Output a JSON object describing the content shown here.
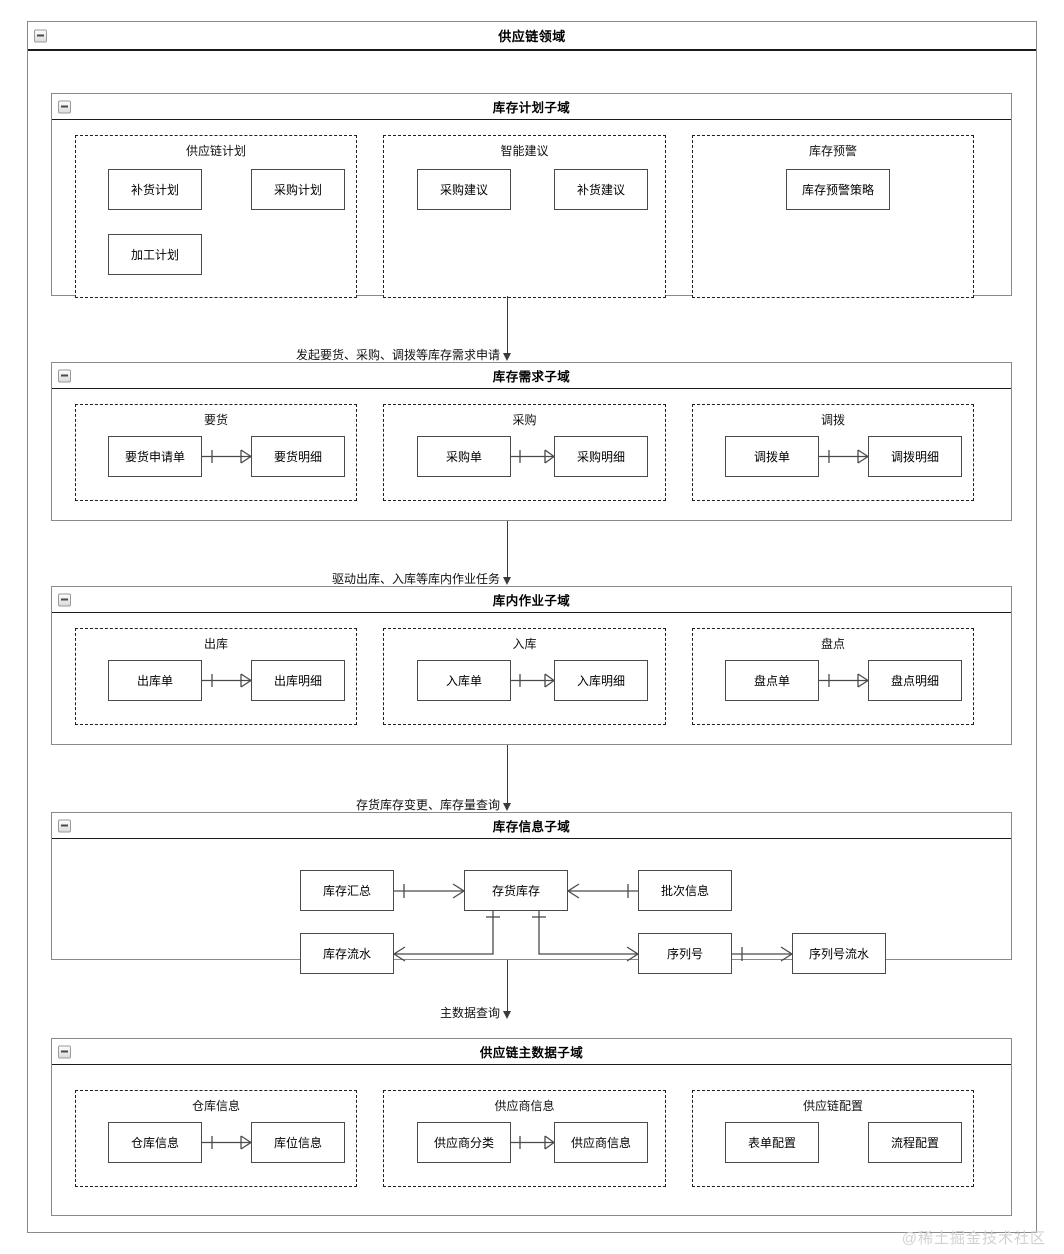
{
  "domain": {
    "title": "供应链领域",
    "collapse_icon": "minus-square-icon"
  },
  "subdomains": [
    {
      "id": "inventory-plan",
      "title": "库存计划子域",
      "groups": [
        {
          "title": "供应链计划",
          "entities": [
            "补货计划",
            "采购计划",
            "加工计划"
          ]
        },
        {
          "title": "智能建议",
          "entities": [
            "采购建议",
            "补货建议"
          ]
        },
        {
          "title": "库存预警",
          "entities": [
            "库存预警策略"
          ]
        }
      ]
    },
    {
      "id": "inventory-demand",
      "title": "库存需求子域",
      "groups": [
        {
          "title": "要货",
          "entities": [
            "要货申请单",
            "要货明细"
          ]
        },
        {
          "title": "采购",
          "entities": [
            "采购单",
            "采购明细"
          ]
        },
        {
          "title": "调拨",
          "entities": [
            "调拨单",
            "调拨明细"
          ]
        }
      ]
    },
    {
      "id": "warehouse-ops",
      "title": "库内作业子域",
      "groups": [
        {
          "title": "出库",
          "entities": [
            "出库单",
            "出库明细"
          ]
        },
        {
          "title": "入库",
          "entities": [
            "入库单",
            "入库明细"
          ]
        },
        {
          "title": "盘点",
          "entities": [
            "盘点单",
            "盘点明细"
          ]
        }
      ]
    },
    {
      "id": "inventory-info",
      "title": "库存信息子域",
      "entities": [
        "库存汇总",
        "存货库存",
        "批次信息",
        "库存流水",
        "序列号",
        "序列号流水"
      ]
    },
    {
      "id": "masterdata",
      "title": "供应链主数据子域",
      "groups": [
        {
          "title": "仓库信息",
          "entities": [
            "仓库信息",
            "库位信息"
          ]
        },
        {
          "title": "供应商信息",
          "entities": [
            "供应商分类",
            "供应商信息"
          ]
        },
        {
          "title": "供应链配置",
          "entities": [
            "表单配置",
            "流程配置"
          ]
        }
      ]
    }
  ],
  "flows": [
    {
      "label": "发起要货、采购、调拨等库存需求申请",
      "from": "inventory-plan",
      "to": "inventory-demand"
    },
    {
      "label": "驱动出库、入库等库内作业任务",
      "from": "inventory-demand",
      "to": "warehouse-ops"
    },
    {
      "label": "存货库存变更、库存量查询",
      "from": "warehouse-ops",
      "to": "inventory-info"
    },
    {
      "label": "主数据查询",
      "from": "inventory-info",
      "to": "masterdata"
    }
  ],
  "relations": [
    {
      "from": "库存汇总",
      "to": "存货库存",
      "from_card": "one",
      "to_card": "many"
    },
    {
      "from": "存货库存",
      "to": "批次信息",
      "from_card": "many",
      "to_card": "one"
    },
    {
      "from": "库存流水",
      "to": "存货库存",
      "from_card": "many",
      "to_card": "one"
    },
    {
      "from": "存货库存",
      "to": "序列号",
      "from_card": "one",
      "to_card": "many"
    },
    {
      "from": "序列号",
      "to": "序列号流水",
      "from_card": "one",
      "to_card": "many"
    }
  ],
  "colors": {
    "frame_border": "#8a8a8a",
    "header_rule": "#1a1a1a",
    "entity_border": "#4a4a4a",
    "group_border": "#1f1f1f",
    "watermark": "#d2d2d2"
  },
  "watermark": "@稀土掘金技术社区"
}
